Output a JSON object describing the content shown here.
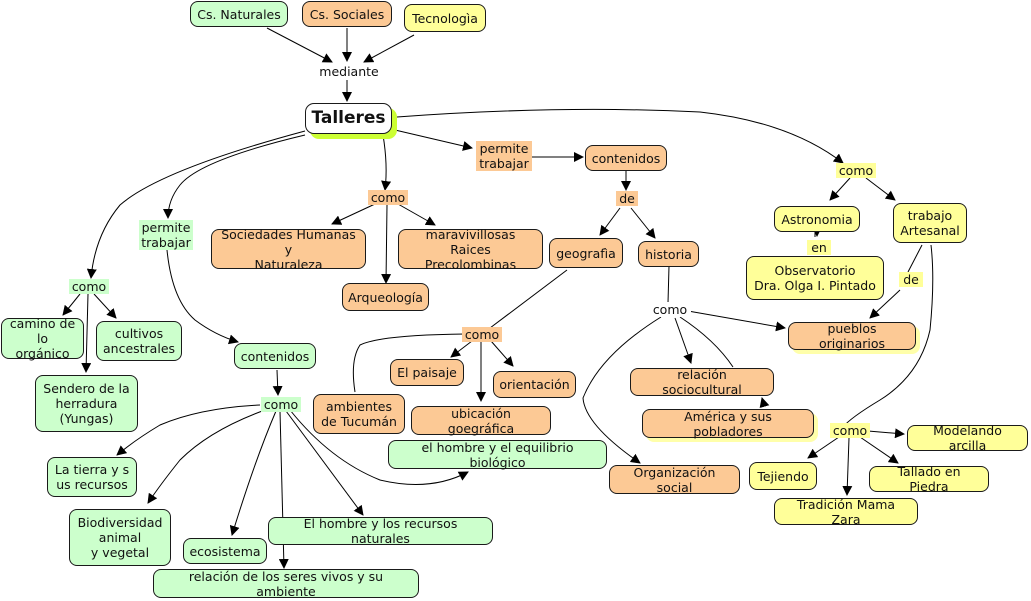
{
  "colors": {
    "green": "#ccffcc",
    "orange": "#fcc995",
    "yellow": "#ffff99",
    "main_shadow": "#ccff33"
  },
  "nodes": {
    "cs_naturales": "Cs. Naturales",
    "cs_sociales": "Cs. Sociales",
    "tecnologia": "Tecnologìa",
    "talleres": "Talleres",
    "sociedades": "Sociedades Humanas y\nNaturaleza",
    "raices": "maravivillosas Raices\nPrecolombinas",
    "arqueologia": "Arqueología",
    "contenidos_o": "contenidos",
    "geografia": "geografìa",
    "historia": "historia",
    "astronomia": "Astronomia",
    "trabajo_artesanal": "trabajo\nArtesanal",
    "observatorio": "Observatorio\nDra. Olga I. Pintado",
    "pueblos": "pueblos originarios",
    "camino": "camino de\nlo orgánico",
    "cultivos": "cultivos\nancestrales",
    "sendero": "Sendero de la\nherradura\n(Yungas)",
    "contenidos_g": "contenidos",
    "paisaje": "El paisaje",
    "orientacion": "orientación",
    "ambientes": "ambientes\nde Tucumán",
    "ubicacion": "ubicación goegráfica",
    "equilibrio": "el hombre y el equilibrio biológico",
    "relacion_socio": "relación sociocultural",
    "america": "América y sus pobladores",
    "organizacion": "Organización social",
    "modelando": "Modelando arcilla",
    "tejiendo": "Tejiendo",
    "tallado": "Tallado en Piedra",
    "mama_zara": "Tradición Mama Zara",
    "tierra": "La tierra y s\nus recursos",
    "biodiversidad": "Biodiversidad\nanimal\ny vegetal",
    "ecosistema": "ecosistema",
    "hombre_recursos": "El hombre y los recursos naturales",
    "relacion_seres": "relación de los seres vivos y su ambiente"
  },
  "links": {
    "mediante": "mediante",
    "como_center": "como",
    "permite_o": "permite\ntrabajar",
    "de_contenidos": "de",
    "como_right": "como",
    "en": "en",
    "de_artesanal": "de",
    "como_geo": "como",
    "como_hist": "como",
    "como_art": "como",
    "permite_g": "permite\ntrabajar",
    "como_left": "como",
    "como_cont_g": "como"
  }
}
